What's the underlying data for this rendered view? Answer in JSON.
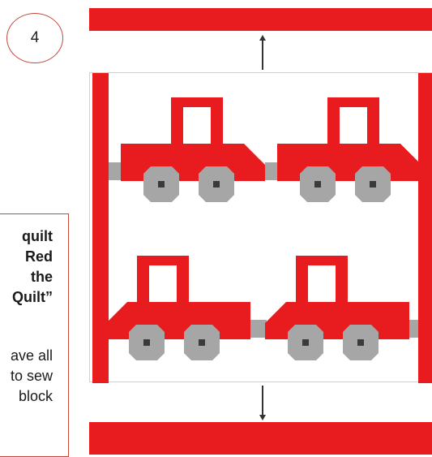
{
  "step": {
    "number": "4"
  },
  "note": {
    "lines": [
      {
        "text": "quilt",
        "bold": true
      },
      {
        "text": "Red",
        "bold": true
      },
      {
        "text": "the",
        "bold": true
      },
      {
        "text": "Quilt”",
        "bold": true
      },
      {
        "text": "ave all",
        "bold": false
      },
      {
        "text": "to sew",
        "bold": false
      },
      {
        "text": "block",
        "bold": false
      }
    ]
  },
  "colors": {
    "fabric_red": "#e81c1f",
    "wheel_gray": "#a6a6a6",
    "hub_dark": "#3a3a3a",
    "outline_red": "#c4473a"
  },
  "icons": {
    "arrow_up": "arrow-up-icon",
    "arrow_down": "arrow-down-icon"
  }
}
